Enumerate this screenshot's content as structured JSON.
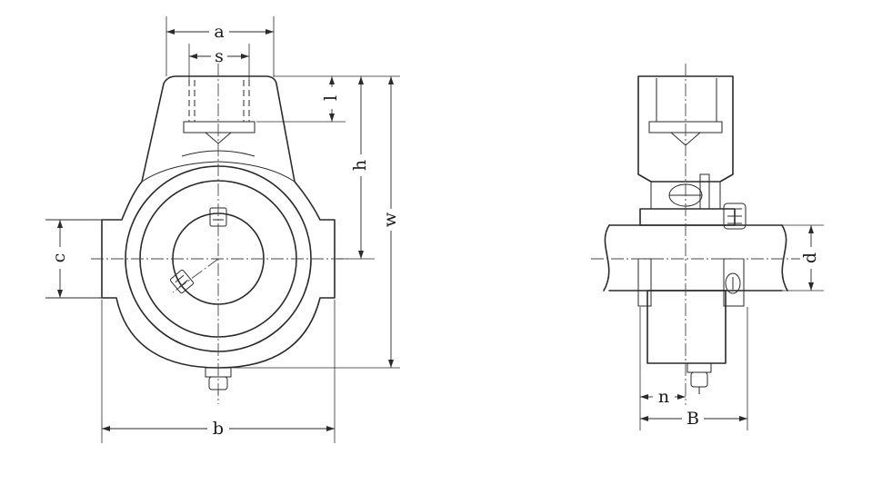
{
  "labels": {
    "a": "a",
    "s": "s",
    "l": "l",
    "h": "h",
    "w": "w",
    "c": "c",
    "b": "b",
    "d": "d",
    "n": "n",
    "B": "B"
  }
}
